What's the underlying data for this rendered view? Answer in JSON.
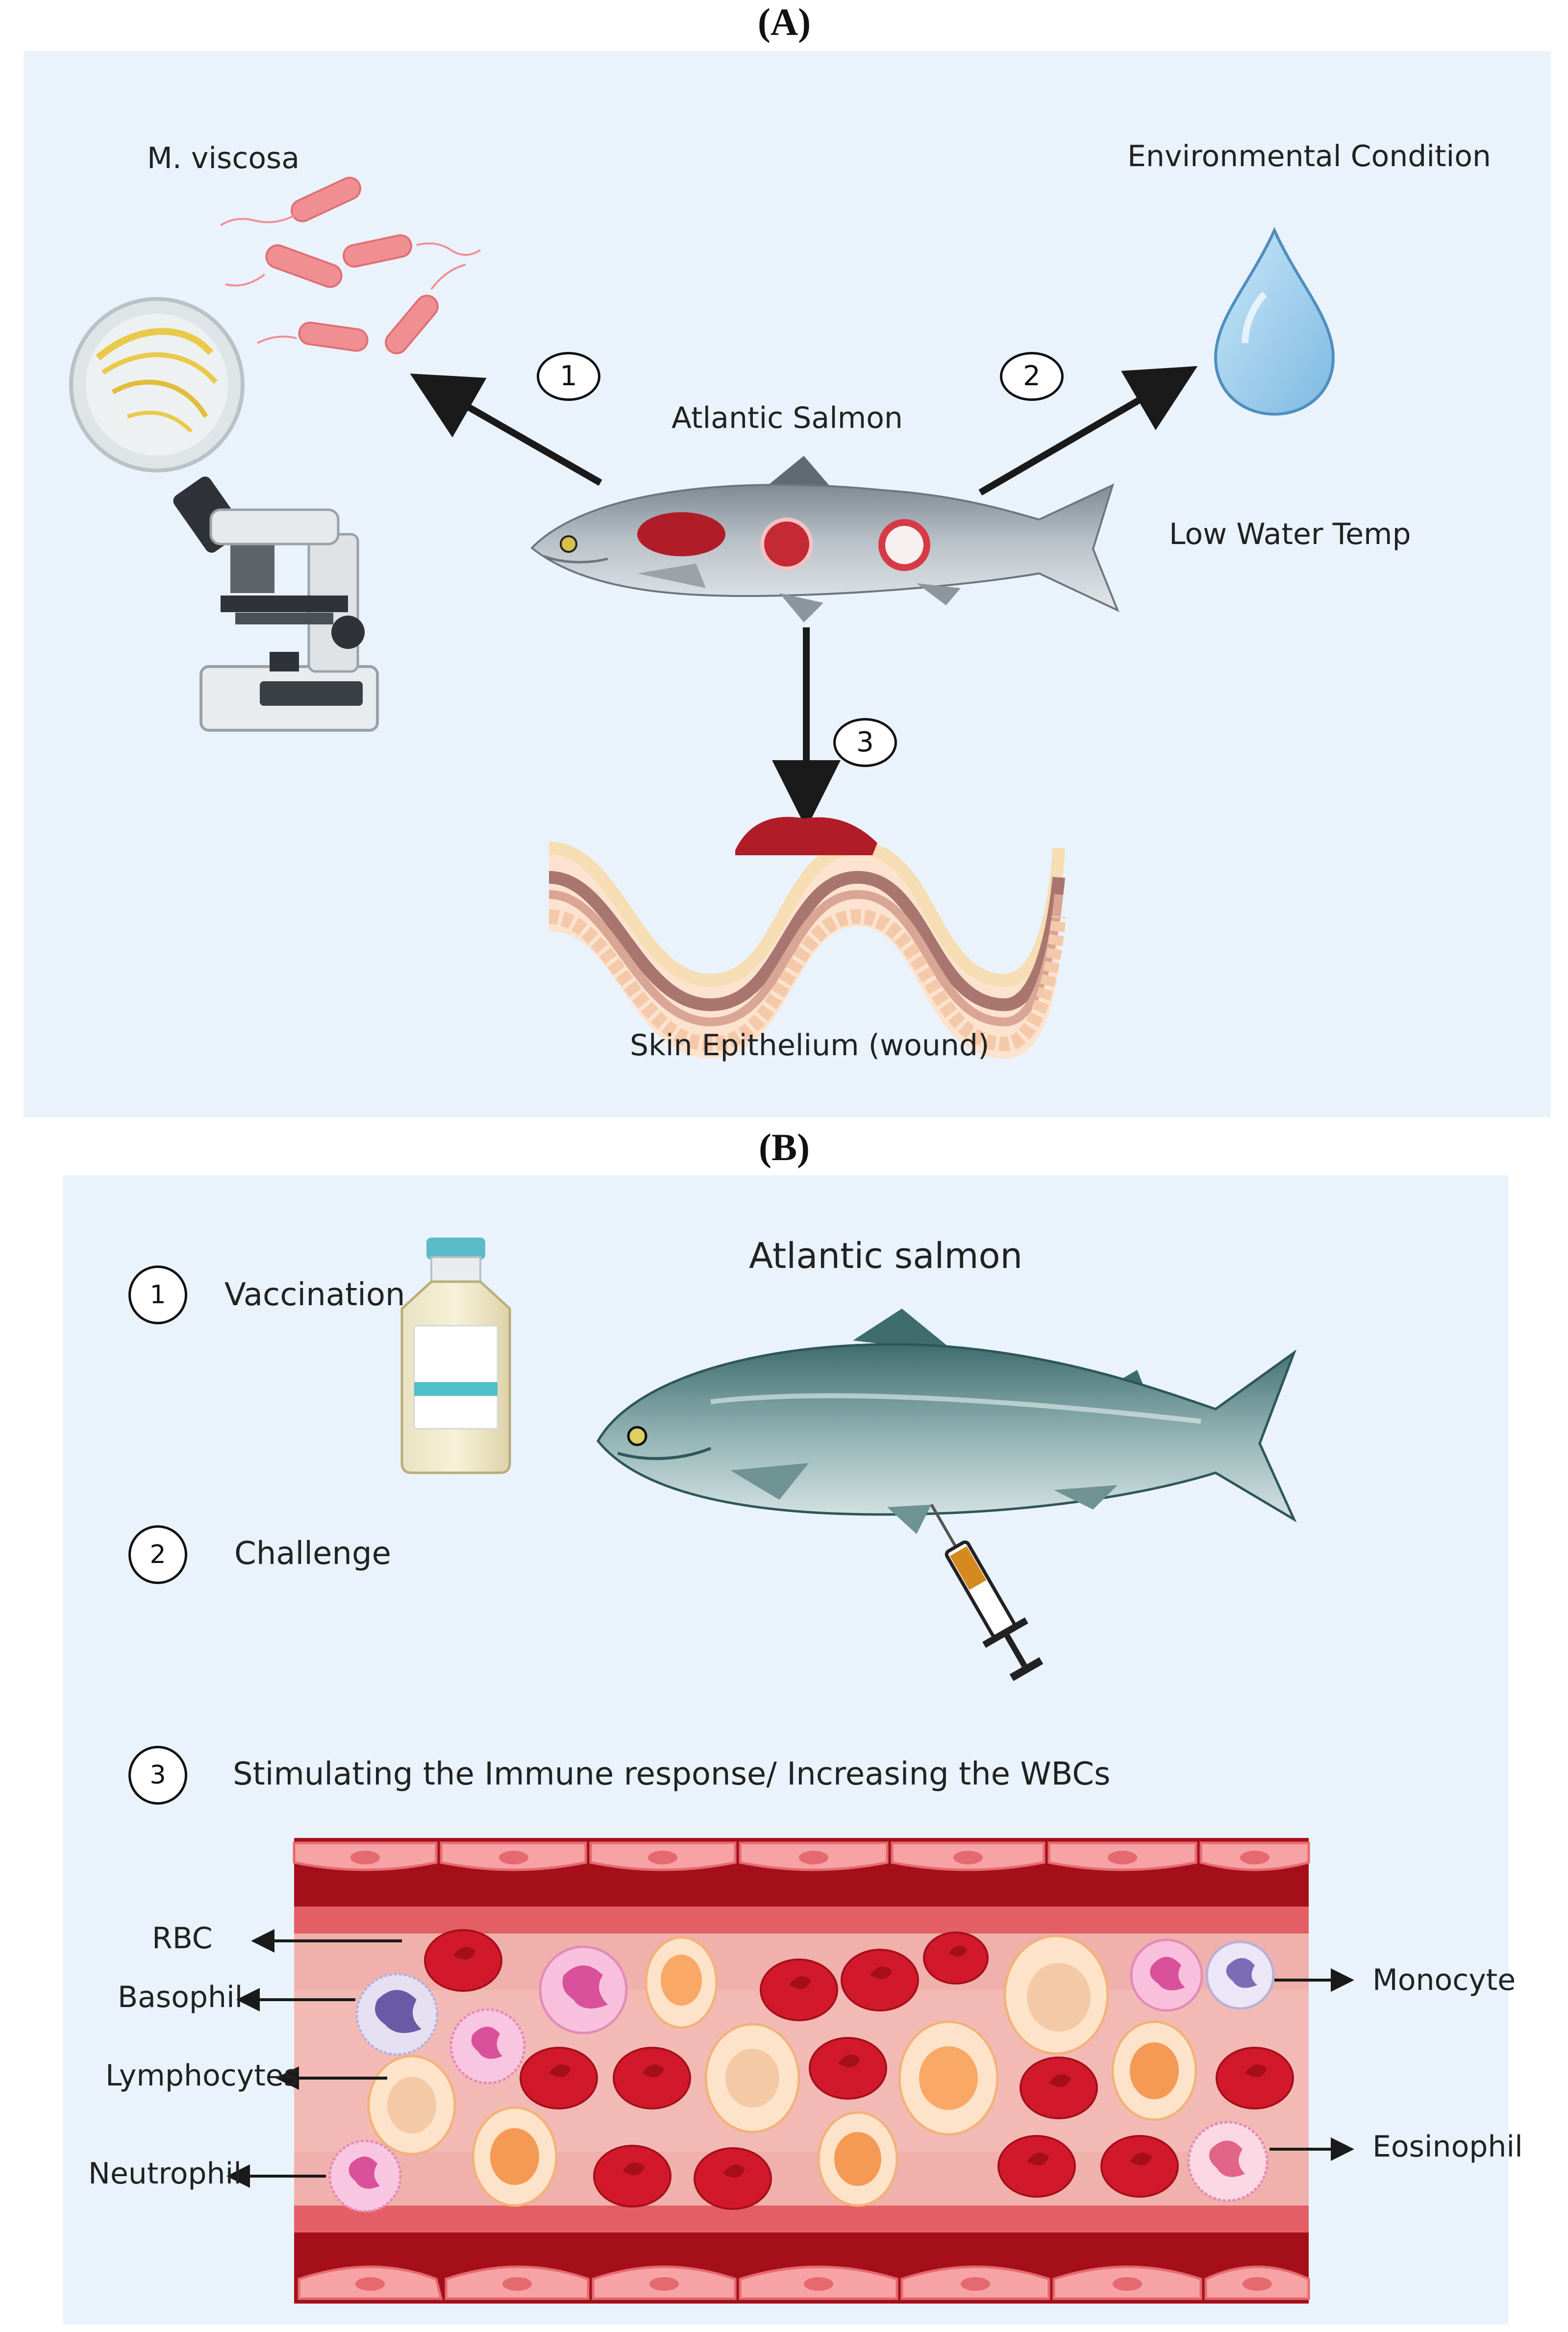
{
  "panel_a": {
    "label": "(A)",
    "bacteria_label": "M. viscosa",
    "environment_label": "Environmental Condition",
    "fish_label": "Atlantic Salmon",
    "temp_label": "Low Water Temp",
    "skin_label": "Skin Epithelium (wound)",
    "steps": [
      "1",
      "2",
      "3"
    ]
  },
  "panel_b": {
    "label": "(B)",
    "fish_label": "Atlantic salmon",
    "steps": [
      {
        "num": "1",
        "text": "Vaccination"
      },
      {
        "num": "2",
        "text": "Challenge"
      },
      {
        "num": "3",
        "text": "Stimulating the Immune response/ Increasing the WBCs"
      }
    ],
    "cells_left": [
      "RBC",
      "Basophil",
      "Lymphocytes",
      "Neutrophil"
    ],
    "cells_right": [
      "Monocyte",
      "Eosinophil"
    ]
  },
  "colors": {
    "panel_bg": "#eaf3fc",
    "blood_red": "#d2192c",
    "vessel_dark": "#a50f1a",
    "wound": "#b01d28"
  }
}
